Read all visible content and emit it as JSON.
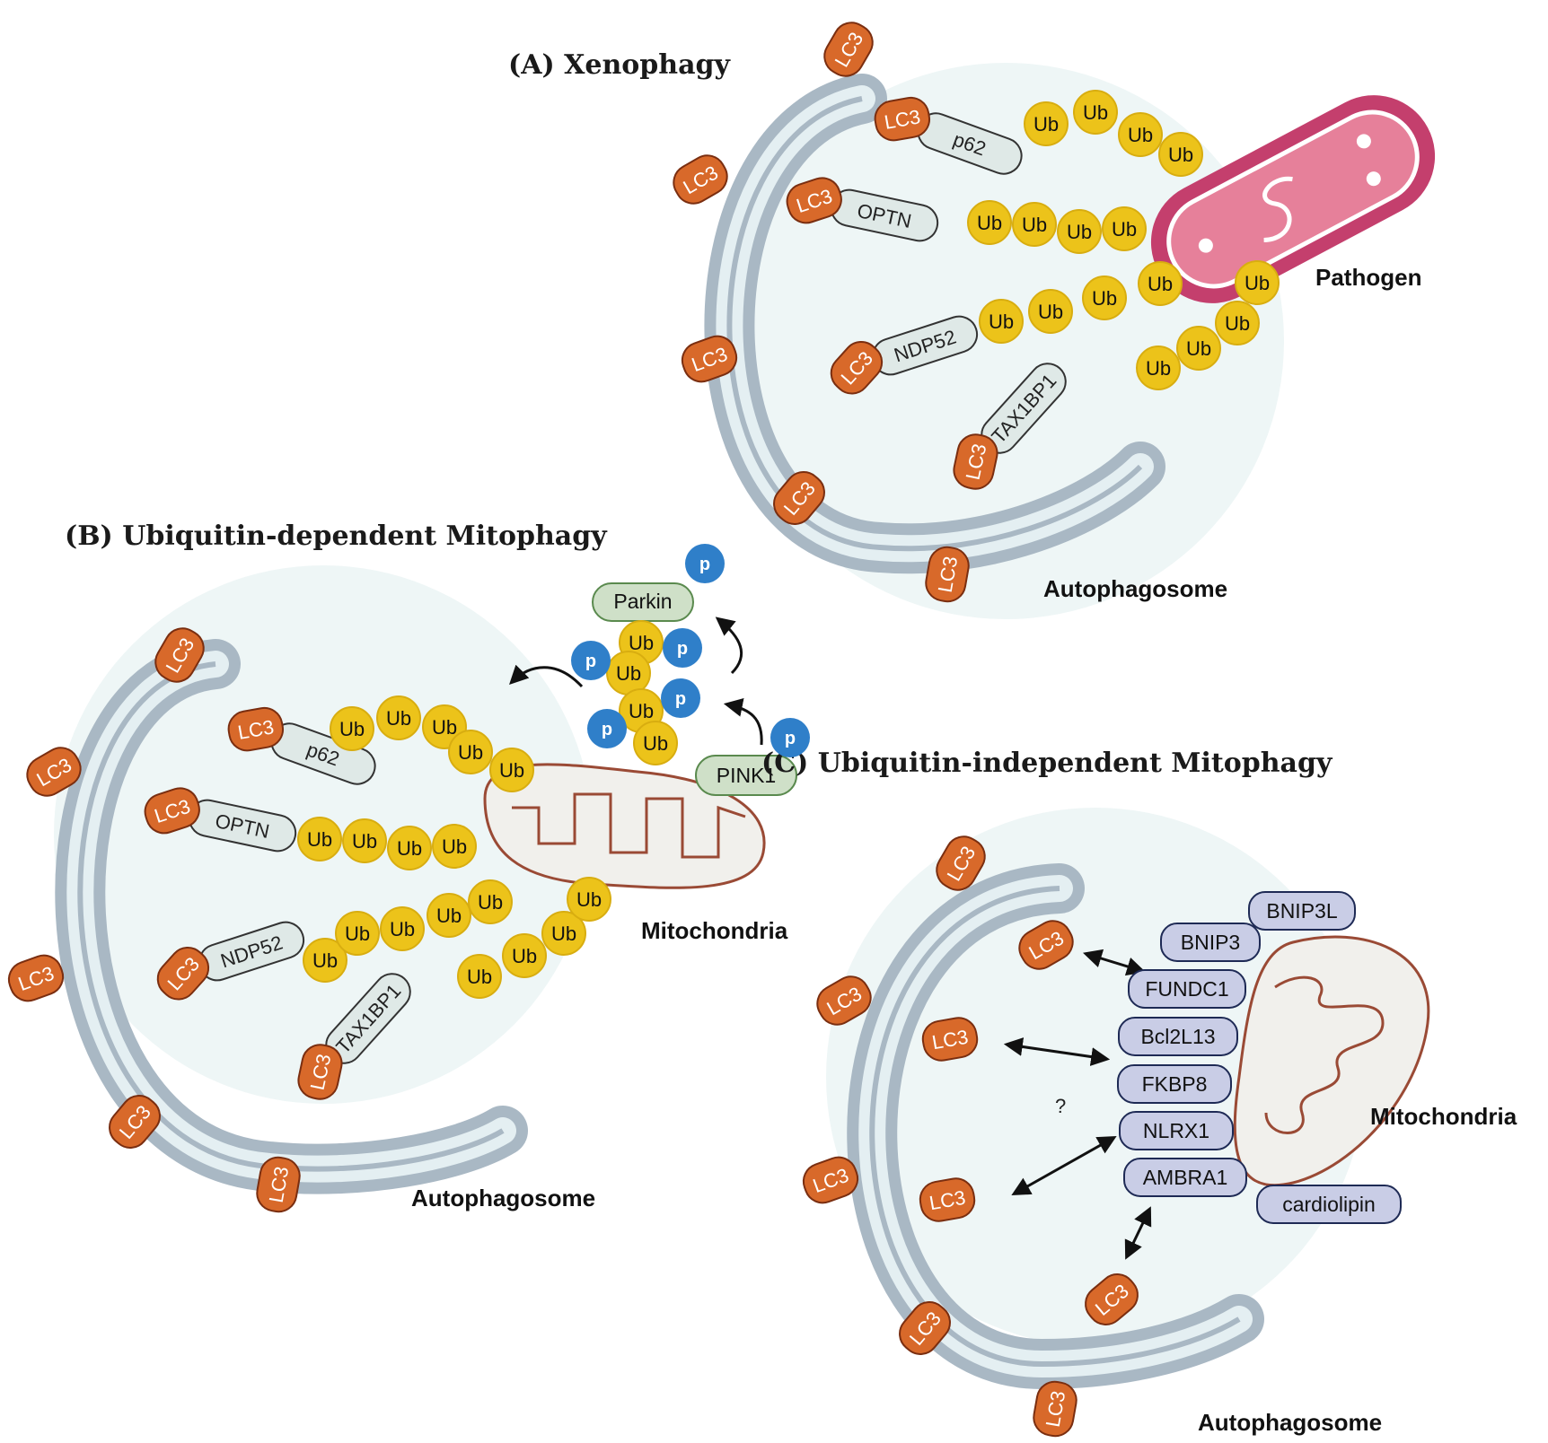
{
  "colors": {
    "membrane": "#a9b8c4",
    "membrane_fill": "#e4eff2",
    "lumen": "#eef6f6",
    "lc3": "#d8692a",
    "lc3_stroke": "#7a2e10",
    "ub": "#ecc31a",
    "receptor": "#dfe9e7",
    "pathogen": "#e6809a",
    "pathogen_outer": "#c43f6d",
    "mito_stroke": "#9a4a35",
    "mito_fill": "#f1f0ec",
    "phospho": "#2f7fc9",
    "parkin": "#cfe0c8",
    "receptor_c": "#c9cde6"
  },
  "panels": {
    "A": {
      "title": "(A) Xenophagy",
      "target_label": "Pathogen",
      "compartment_label": "Autophagosome",
      "receptors": [
        "p62",
        "OPTN",
        "NDP52",
        "TAX1BP1"
      ],
      "lc3_label": "LC3",
      "ub_label": "Ub"
    },
    "B": {
      "title": "(B) Ubiquitin-dependent Mitophagy",
      "target_label": "Mitochondria",
      "compartment_label": "Autophagosome",
      "receptors": [
        "p62",
        "OPTN",
        "NDP52",
        "TAX1BP1"
      ],
      "kinase": "PINK1",
      "ligase": "Parkin",
      "phospho_label": "p",
      "lc3_label": "LC3",
      "ub_label": "Ub"
    },
    "C": {
      "title": "(C) Ubiquitin-independent Mitophagy",
      "target_label": "Mitochondria",
      "compartment_label": "Autophagosome",
      "receptors": [
        "BNIP3L",
        "BNIP3",
        "FUNDC1",
        "Bcl2L13",
        "FKBP8",
        "NLRX1",
        "AMBRA1",
        "cardiolipin"
      ],
      "unknown_label": "?",
      "lc3_label": "LC3"
    }
  }
}
